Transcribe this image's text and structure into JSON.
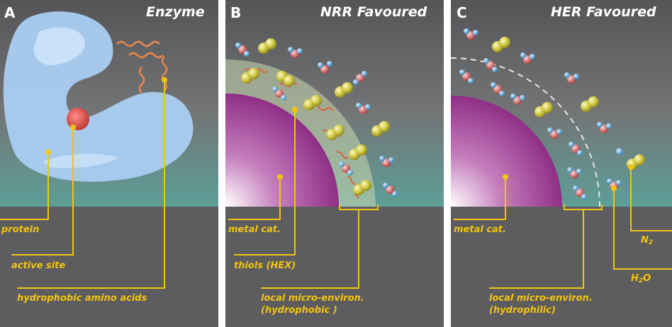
{
  "panels": [
    {
      "letter": "A",
      "title": "Enzyme"
    },
    {
      "letter": "B",
      "title": "NRR Favoured"
    },
    {
      "letter": "C",
      "title": "HER Favoured"
    }
  ],
  "labels": {
    "protein": "protein",
    "active_site": "active site",
    "hydrophobic_amino_acids": "hydrophobic amino acids",
    "metal_cat_b": "metal cat.",
    "thiols": "thiols (HEX)",
    "micro_env_b_line1": "local micro-environ.",
    "micro_env_b_line2": "(hydrophobic )",
    "metal_cat_c": "metal cat.",
    "micro_env_c_line1": "local micro-environ.",
    "micro_env_c_line2": "(hydrophilic)",
    "n2": "N",
    "n2_sub": "2",
    "h2o_h": "H",
    "h2o_sub": "2",
    "h2o_o": "O"
  },
  "colors": {
    "label": "#f1c40f",
    "background_bottom": "#5d5d5f",
    "teal": "#5f9e98",
    "protein": "#a9cdf2",
    "metal_catalyst": "#9a3a8f",
    "active_site": "#d9534f",
    "thiol_chain": "#e8874a"
  }
}
